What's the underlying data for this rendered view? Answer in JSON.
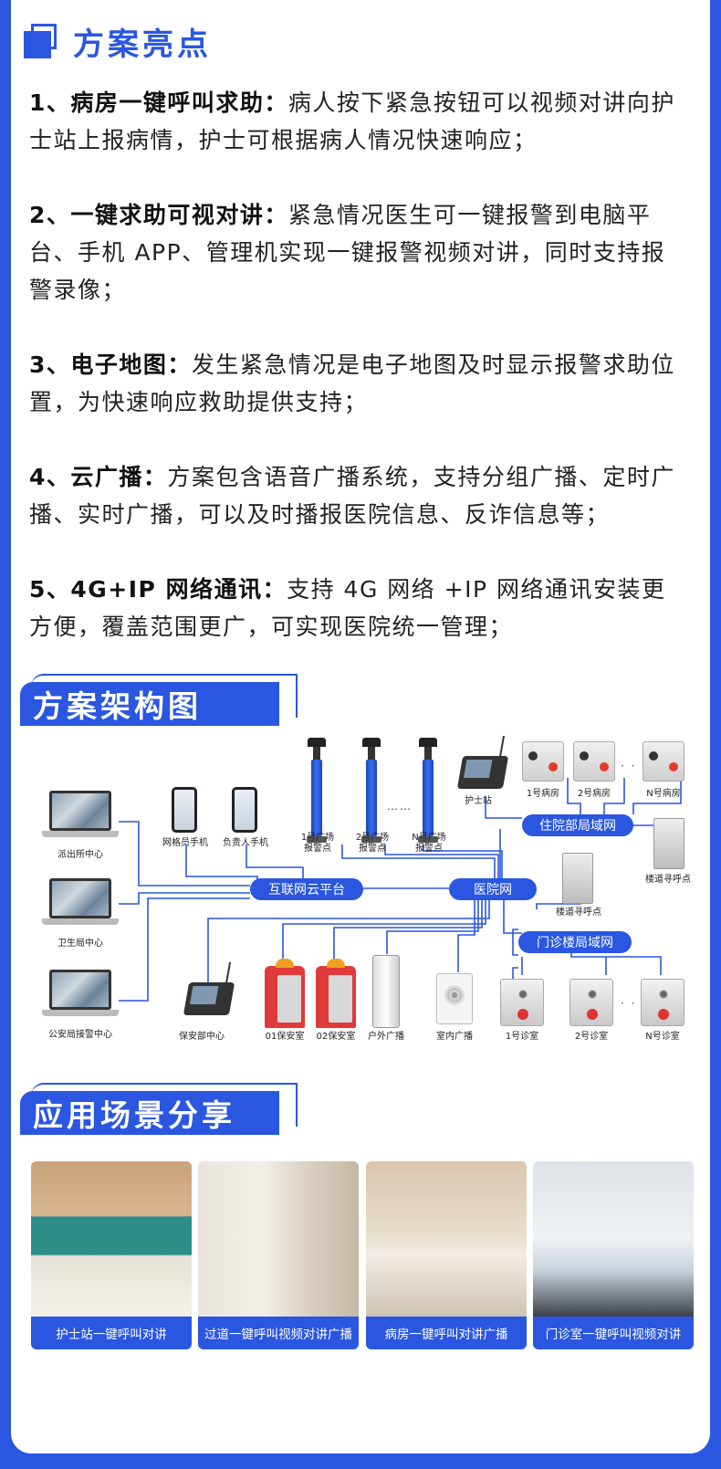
{
  "highlights": {
    "title": "方案亮点",
    "items": [
      {
        "label": "1、病房一键呼叫求助：",
        "text": "病人按下紧急按钮可以视频对讲向护士站上报病情，护士可根据病人情况快速响应；"
      },
      {
        "label": "2、一键求助可视对讲：",
        "text": "紧急情况医生可一键报警到电脑平台、手机 APP、管理机实现一键报警视频对讲，同时支持报警录像；"
      },
      {
        "label": "3、电子地图：",
        "text": "发生紧急情况是电子地图及时显示报警求助位置，为快速响应救助提供支持；"
      },
      {
        "label": "4、云广播：",
        "text": "方案包含语音广播系统，支持分组广播、定时广播、实时广播，可以及时播报医院信息、反诈信息等；"
      },
      {
        "label": "5、4G+IP 网络通讯：",
        "text": "支持 4G 网络 +IP 网络通讯安装更方便，覆盖范围更广，可实现医院统一管理；"
      }
    ]
  },
  "architecture": {
    "title": "方案架构图",
    "hubs": {
      "cloud": "互联网云平台",
      "hospital_net": "医院网",
      "inpatient_lan": "住院部局域网",
      "outpatient_lan": "门诊楼局域网"
    },
    "labels": {
      "police_station": "派出所中心",
      "health_bureau": "卫生局中心",
      "public_security": "公安局接警中心",
      "grid_phone": "网格员手机",
      "manager_phone": "负责人手机",
      "pole1": "1号广场\n报警点",
      "pole2": "2号广场\n报警点",
      "poleN": "N号广场\n报警点",
      "pole_dots": "……",
      "nurse_station": "护士站",
      "ward1": "1号病房",
      "ward2": "2号病房",
      "wardN": "N号病房",
      "ward_dots": "· · ·",
      "corridor1": "楼道寻呼点",
      "corridor2": "楼道寻呼点",
      "security_center": "保安部中心",
      "guard1": "01保安室",
      "guard2": "02保安室",
      "outdoor": "户外广播",
      "indoor": "室内广播",
      "clinic1": "1号诊室",
      "clinic2": "2号诊室",
      "clinicN": "N号诊室",
      "clinic_dots": "· · ·"
    }
  },
  "scenes": {
    "title": "应用场景分享",
    "photos": [
      {
        "caption": "护士站一键呼叫对讲"
      },
      {
        "caption": "过道一键呼叫视频对讲广播"
      },
      {
        "caption": "病房一键呼叫对讲广播"
      },
      {
        "caption": "门诊室一键呼叫视频对讲"
      }
    ]
  },
  "colors": {
    "accent": "#2a56e0"
  }
}
